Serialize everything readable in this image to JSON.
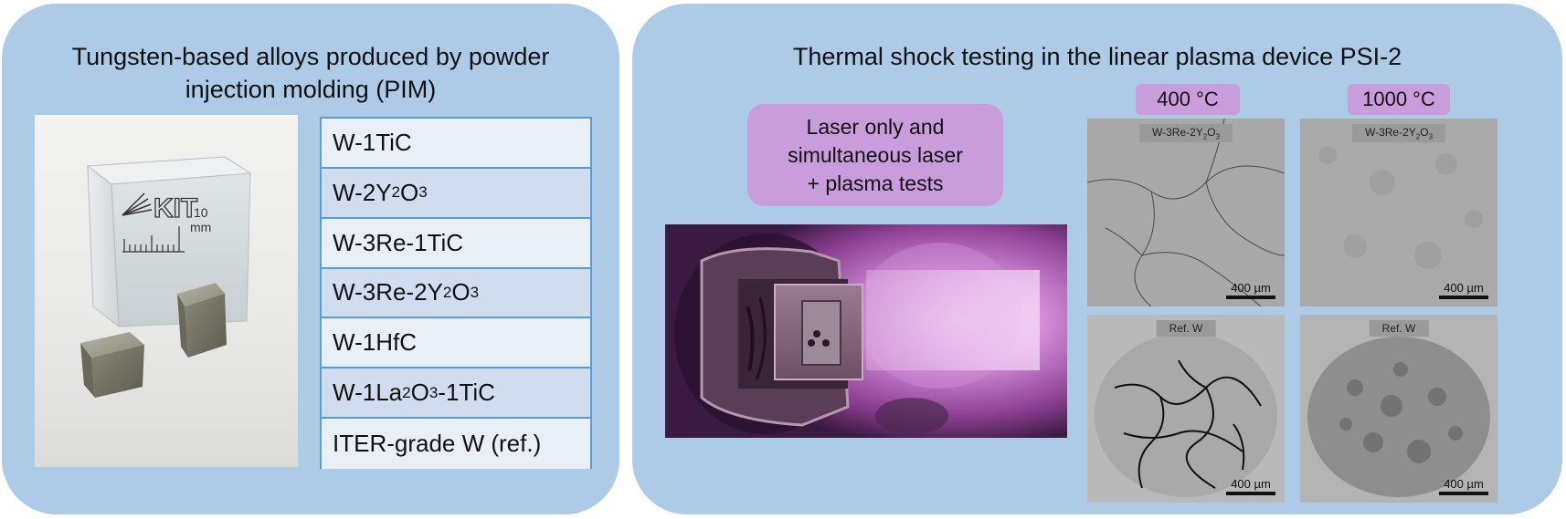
{
  "left_panel": {
    "title_line1": "Tungsten-based alloys produced by powder",
    "title_line2": "injection molding (PIM)",
    "photo": {
      "logo_text": "KIT",
      "scale_number": "10",
      "scale_unit": "mm"
    },
    "alloys": [
      {
        "parts": [
          {
            "t": "W-1TiC"
          }
        ]
      },
      {
        "parts": [
          {
            "t": "W-2Y"
          },
          {
            "sub": "2"
          },
          {
            "t": "O"
          },
          {
            "sub": "3"
          }
        ]
      },
      {
        "parts": [
          {
            "t": "W-3Re-1TiC"
          }
        ]
      },
      {
        "parts": [
          {
            "t": "W-3Re-2Y"
          },
          {
            "sub": "2"
          },
          {
            "t": "O"
          },
          {
            "sub": "3"
          }
        ]
      },
      {
        "parts": [
          {
            "t": "W-1HfC"
          }
        ]
      },
      {
        "parts": [
          {
            "t": "W-1La"
          },
          {
            "sub": "2"
          },
          {
            "t": "O"
          },
          {
            "sub": "3"
          },
          {
            "t": "-1TiC"
          }
        ]
      },
      {
        "parts": [
          {
            "t": "ITER-grade W (ref.)"
          }
        ]
      }
    ]
  },
  "right_panel": {
    "title": "Thermal shock testing in the linear plasma device PSI-2",
    "laser_box": {
      "line1": "Laser only and",
      "line2": "simultaneous laser",
      "line3": "+ plasma tests"
    },
    "temperatures": {
      "low": "400 °C",
      "high": "1000 °C"
    },
    "sem_images": [
      {
        "tag_parts": [
          {
            "t": "W-3Re-2Y"
          },
          {
            "sub": "2"
          },
          {
            "t": "O"
          },
          {
            "sub": "3"
          }
        ],
        "scale": "400 µm"
      },
      {
        "tag_parts": [
          {
            "t": "W-3Re-2Y"
          },
          {
            "sub": "2"
          },
          {
            "t": "O"
          },
          {
            "sub": "3"
          }
        ],
        "scale": "400 µm"
      },
      {
        "tag_parts": [
          {
            "t": "Ref. W"
          }
        ],
        "scale": "400 µm"
      },
      {
        "tag_parts": [
          {
            "t": "Ref. W"
          }
        ],
        "scale": "400 µm"
      }
    ]
  },
  "colors": {
    "panel_bg": "#adcbe6",
    "table_border": "#5b9bd5",
    "label_purple": "#c99ddb"
  }
}
